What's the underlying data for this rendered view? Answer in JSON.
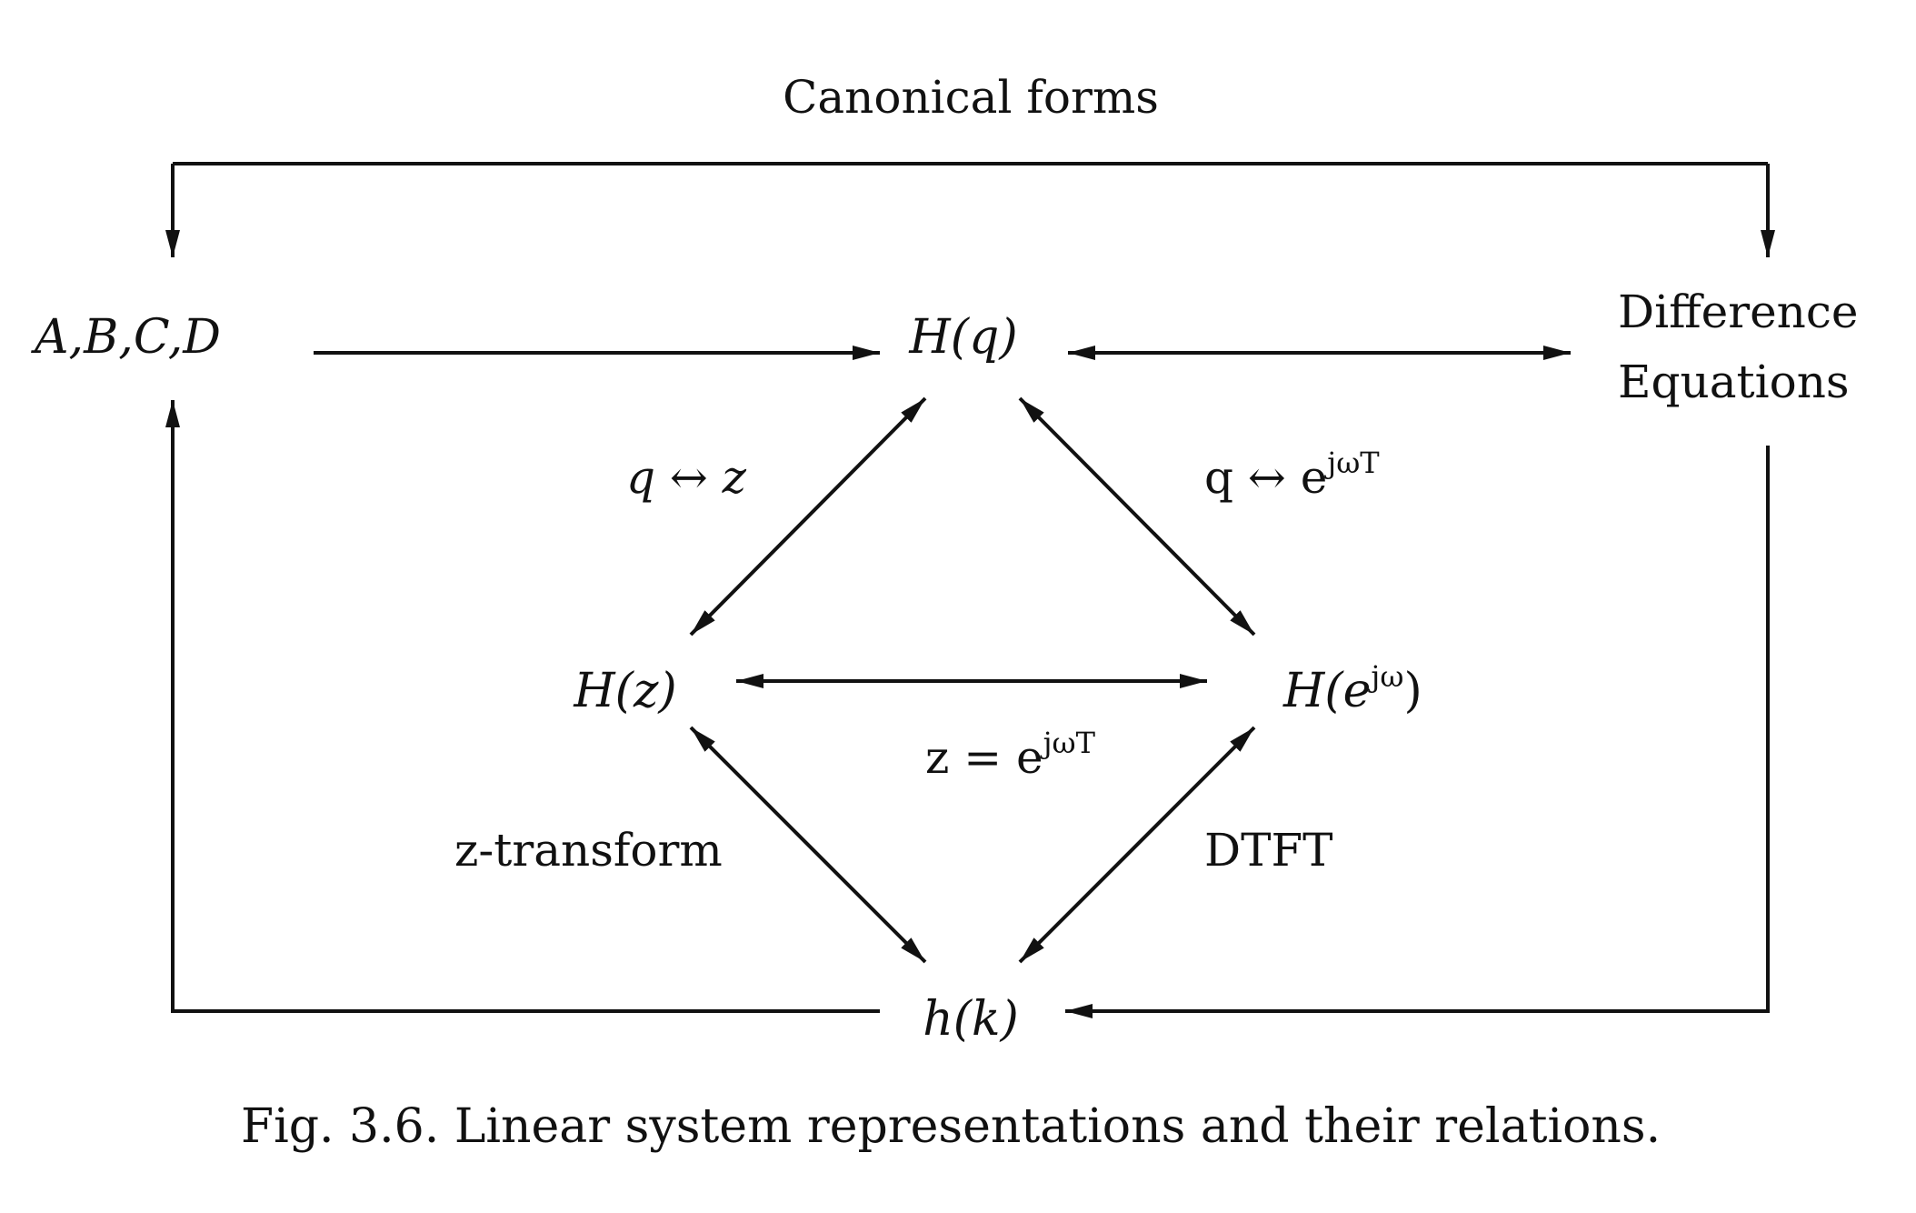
{
  "labels": {
    "canonical_forms": "Canonical forms",
    "difference_line1": "Difference",
    "difference_line2": "Equations",
    "q_to_z": "q ↔ z",
    "q_to_ejw_base": "q ↔ e",
    "q_to_ejw_sup": "jωT",
    "z_eq_base": "z = e",
    "z_eq_sup": "jωT",
    "z_transform": "z-transform",
    "dtft": "DTFT"
  },
  "nodes": {
    "abcd": "A,B,C,D",
    "Hq": "H(q)",
    "Hz": "H(z)",
    "Hejw_open": "H(e",
    "Hejw_sup": "jω",
    "Hejw_close": ")",
    "hk": "h(k)"
  },
  "caption": "Fig. 3.6.  Linear system representations and their relations."
}
